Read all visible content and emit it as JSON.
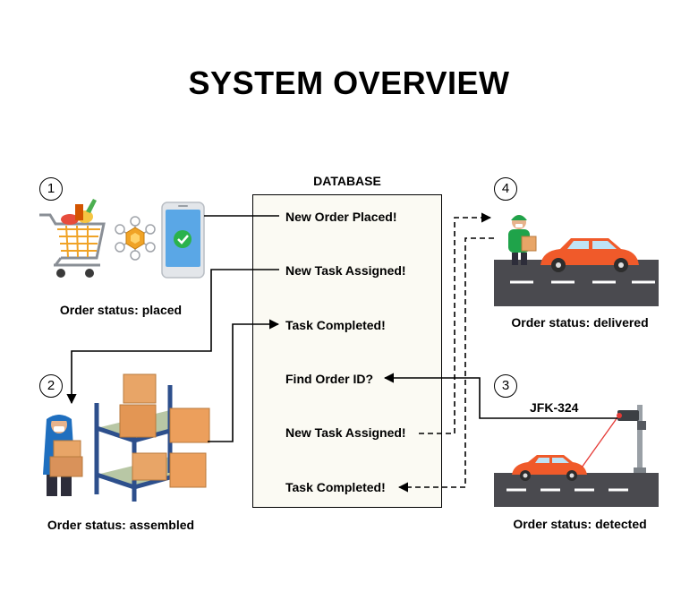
{
  "title": "SYSTEM OVERVIEW",
  "database": {
    "label": "DATABASE",
    "entries": [
      "New Order Placed!",
      "New Task Assigned!",
      "Task Completed!",
      "Find Order ID?",
      "New Task Assigned!",
      "Task Completed!"
    ]
  },
  "steps": [
    {
      "number": "1",
      "caption": "Order status: placed"
    },
    {
      "number": "2",
      "caption": "Order status: assembled"
    },
    {
      "number": "3",
      "caption": "Order status: detected",
      "plate": "JFK-324"
    },
    {
      "number": "4",
      "caption": "Order status: delivered"
    }
  ],
  "colors": {
    "car": "#f05a2a",
    "road": "#4a4a4f",
    "phone": "#5aa7e6",
    "check": "#2bb24c",
    "shelf": "#2d4f8c",
    "box": "#e8a567",
    "laser": "#e53935",
    "database_fill": "#fbfaf3"
  }
}
